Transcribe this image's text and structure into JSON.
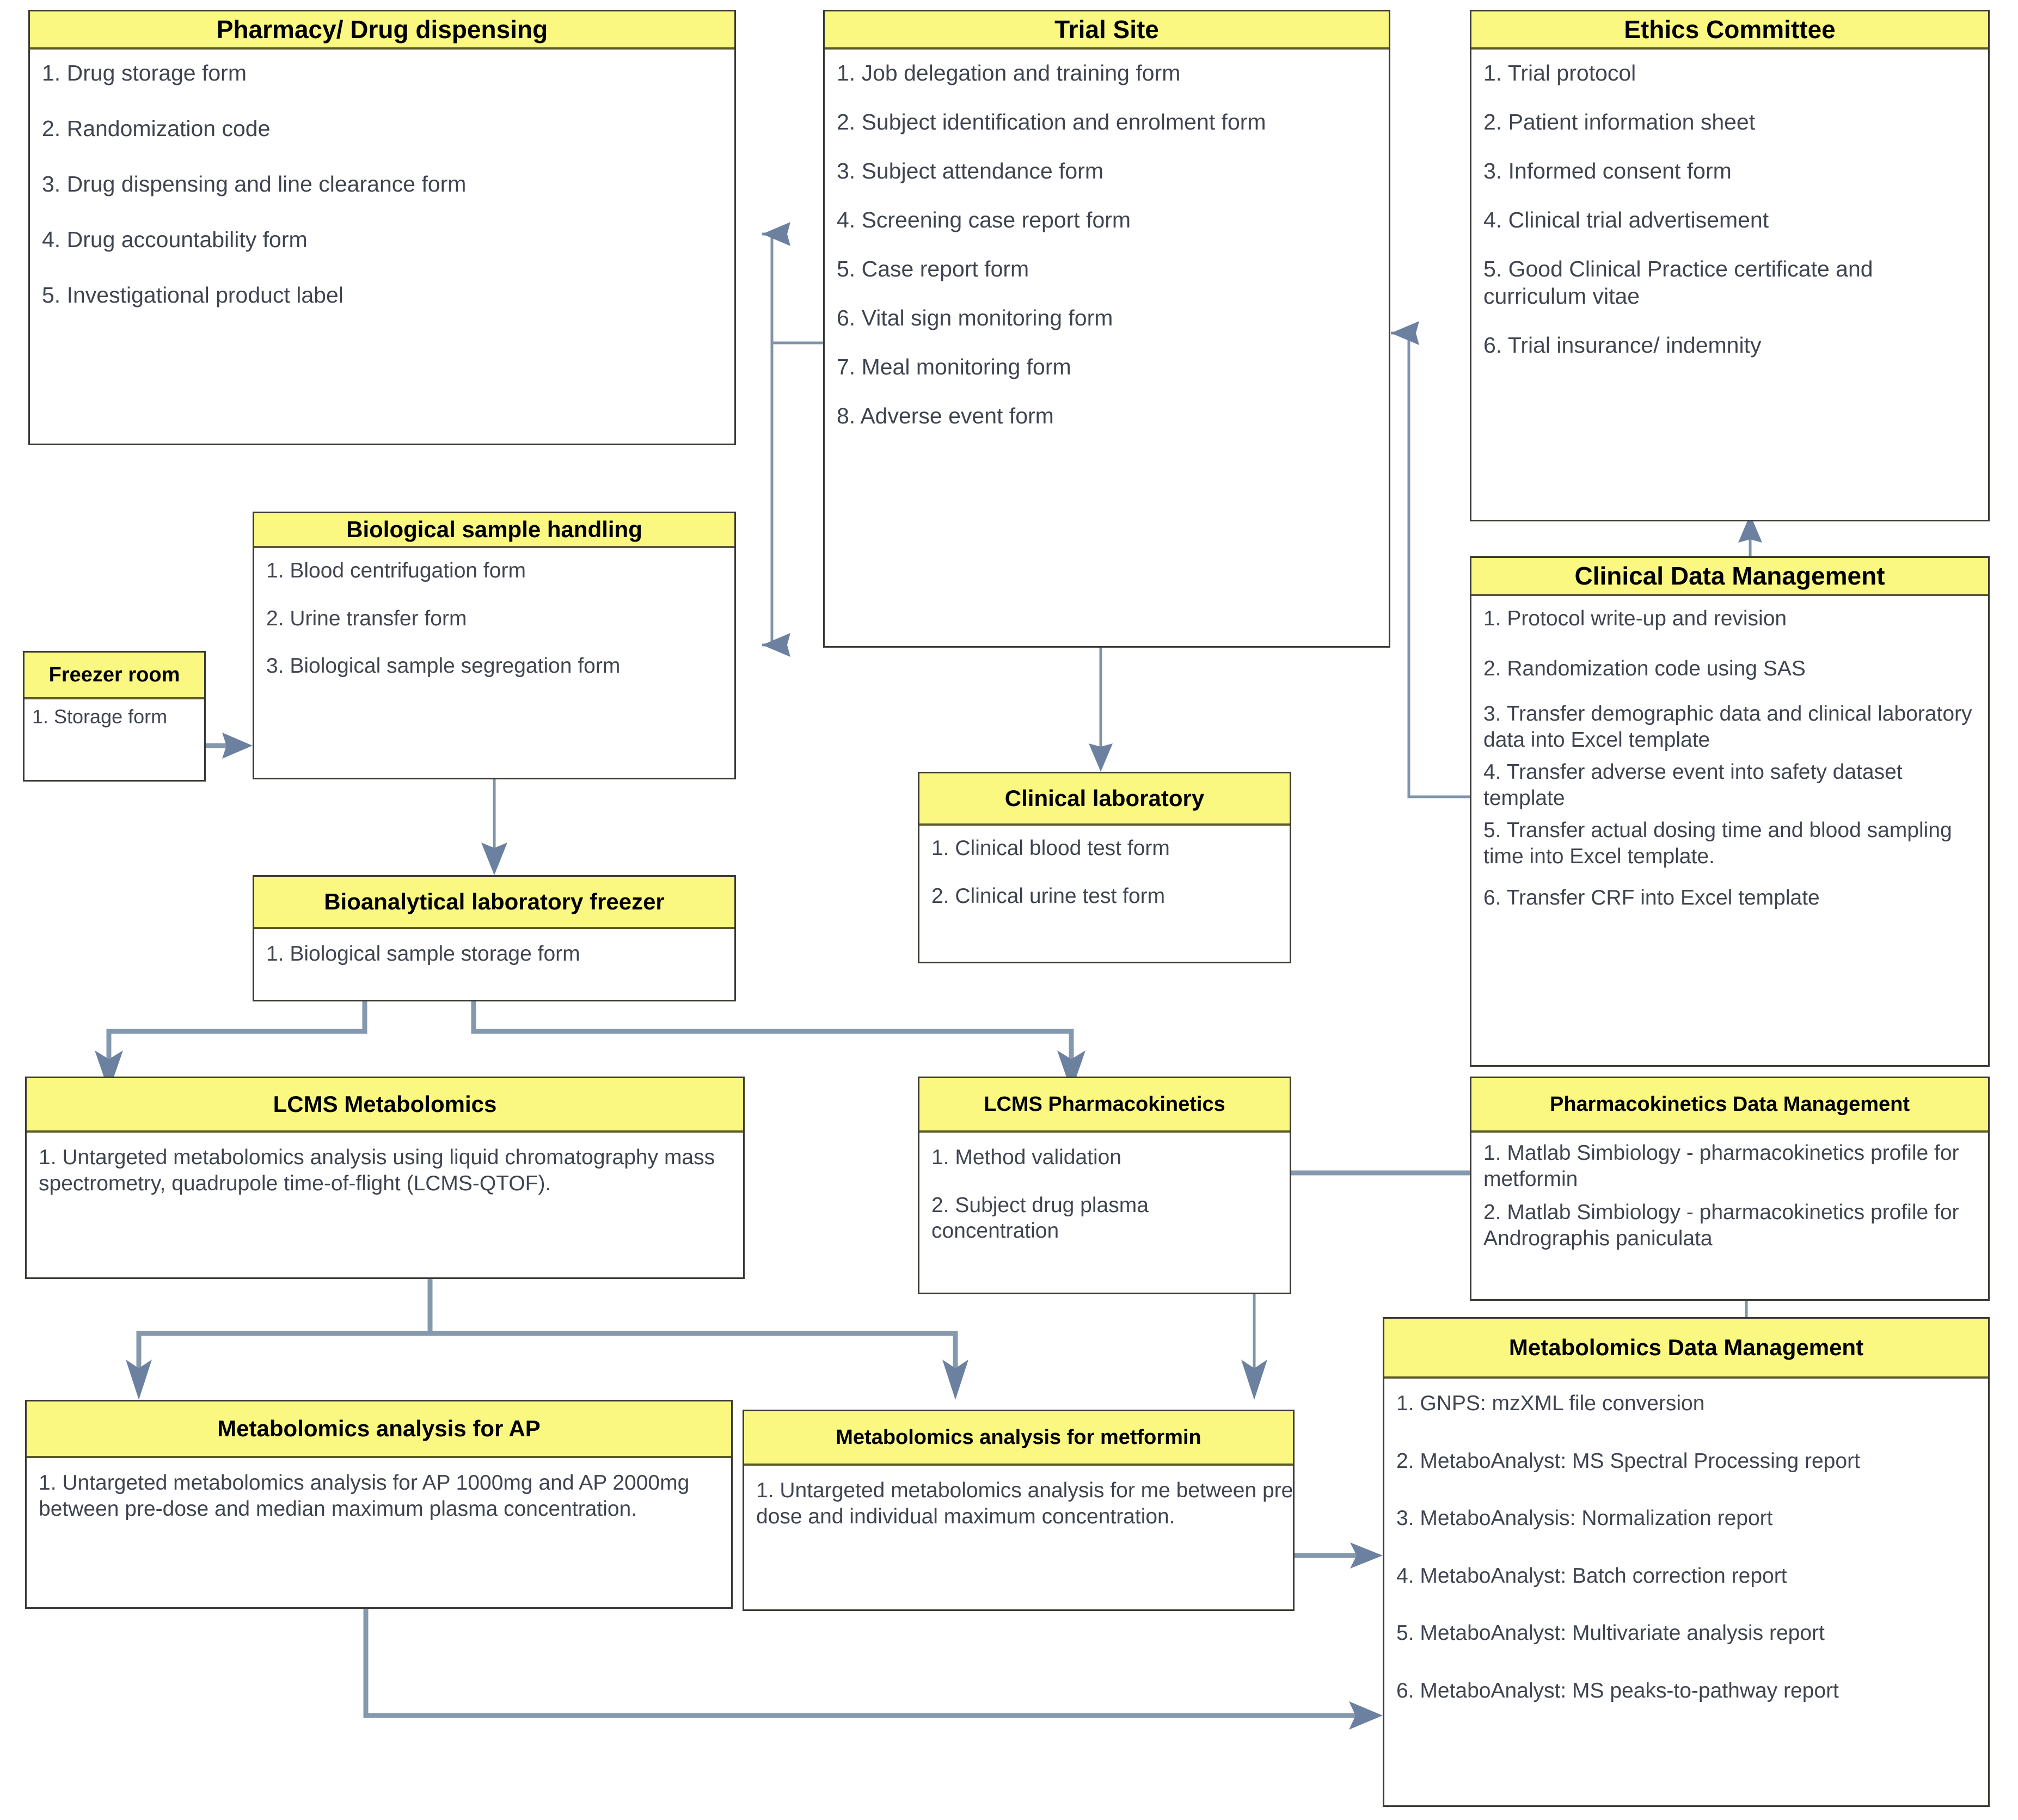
{
  "diagram": {
    "title": "Clinical trial documentation and data flow",
    "colors": {
      "header_fill": "#faf880",
      "box_border": "#3b3b35",
      "header_border": "#5b5a2a",
      "connector": "#7f93ab",
      "body_text": "#3f4450"
    }
  },
  "nodes": {
    "pharmacy": {
      "title": "Pharmacy/ Drug dispensing",
      "items": [
        "1. Drug storage form",
        "2. Randomization code",
        "3. Drug dispensing and line clearance form",
        "4. Drug accountability form",
        "5. Investigational product label"
      ]
    },
    "trial_site": {
      "title": "Trial Site",
      "items": [
        "1. Job delegation and training form",
        "2. Subject identification and enrolment form",
        "3. Subject attendance form",
        "4. Screening case report form",
        "5. Case report form",
        "6. Vital sign monitoring form",
        "7. Meal monitoring form",
        "8. Adverse event form"
      ]
    },
    "ethics_committee": {
      "title": "Ethics Committee",
      "items": [
        "1. Trial protocol",
        "2. Patient information sheet",
        "3. Informed consent form",
        "4. Clinical trial advertisement",
        "5. Good Clinical Practice certificate and curriculum vitae",
        "6. Trial insurance/ indemnity"
      ]
    },
    "biological_sample_handling": {
      "title": "Biological sample handling",
      "items": [
        "1. Blood centrifugation form",
        "2. Urine transfer form",
        "3. Biological sample segregation form"
      ]
    },
    "freezer_room": {
      "title": "Freezer room",
      "items": [
        "1. Storage form"
      ]
    },
    "clinical_data_management": {
      "title": "Clinical Data Management",
      "items": [
        "1. Protocol write-up and revision",
        "2. Randomization code using SAS",
        "3. Transfer demographic data and clinical laboratory data into Excel template",
        "4. Transfer adverse event into safety dataset template",
        "5. Transfer actual dosing time and blood sampling time into Excel template.",
        "6. Transfer CRF into Excel template"
      ]
    },
    "bioanalytical_freezer": {
      "title": "Bioanalytical laboratory freezer",
      "items": [
        "1. Biological sample storage form"
      ]
    },
    "clinical_laboratory": {
      "title": "Clinical laboratory",
      "items": [
        "1. Clinical blood test form",
        "2. Clinical urine test form"
      ]
    },
    "lcms_metabolomics": {
      "title": "LCMS Metabolomics",
      "items": [
        "1. Untargeted metabolomics analysis using liquid chromatography mass spectrometry, quadrupole time-of-flight (LCMS-QTOF)."
      ]
    },
    "lcms_pharmacokinetics": {
      "title": "LCMS Pharmacokinetics",
      "items": [
        "1. Method validation",
        "2. Subject drug plasma concentration"
      ]
    },
    "pharmacokinetics_data_management": {
      "title": "Pharmacokinetics Data Management",
      "items": [
        "1. Matlab Simbiology - pharmacokinetics profile for metformin",
        "2. Matlab Simbiology - pharmacokinetics profile for Andrographis paniculata"
      ]
    },
    "metabolomics_ap": {
      "title": "Metabolomics analysis for AP",
      "items": [
        "1. Untargeted metabolomics analysis for AP 1000mg and AP 2000mg between pre-dose and median maximum plasma concentration."
      ]
    },
    "metabolomics_metformin": {
      "title": "Metabolomics analysis for metformin",
      "items": [
        "1. Untargeted metabolomics analysis for me between pre-dose and individual maximum concentration."
      ]
    },
    "metabolomics_data_management": {
      "title": "Metabolomics Data Management",
      "items": [
        "1. GNPS: mzXML file conversion",
        "2. MetaboAnalyst: MS Spectral Processing report",
        "3. MetaboAnalysis: Normalization report",
        "4. MetaboAnalyst: Batch correction report",
        "5. MetaboAnalyst: Multivariate analysis report",
        "6. MetaboAnalyst: MS peaks-to-pathway report"
      ]
    }
  }
}
